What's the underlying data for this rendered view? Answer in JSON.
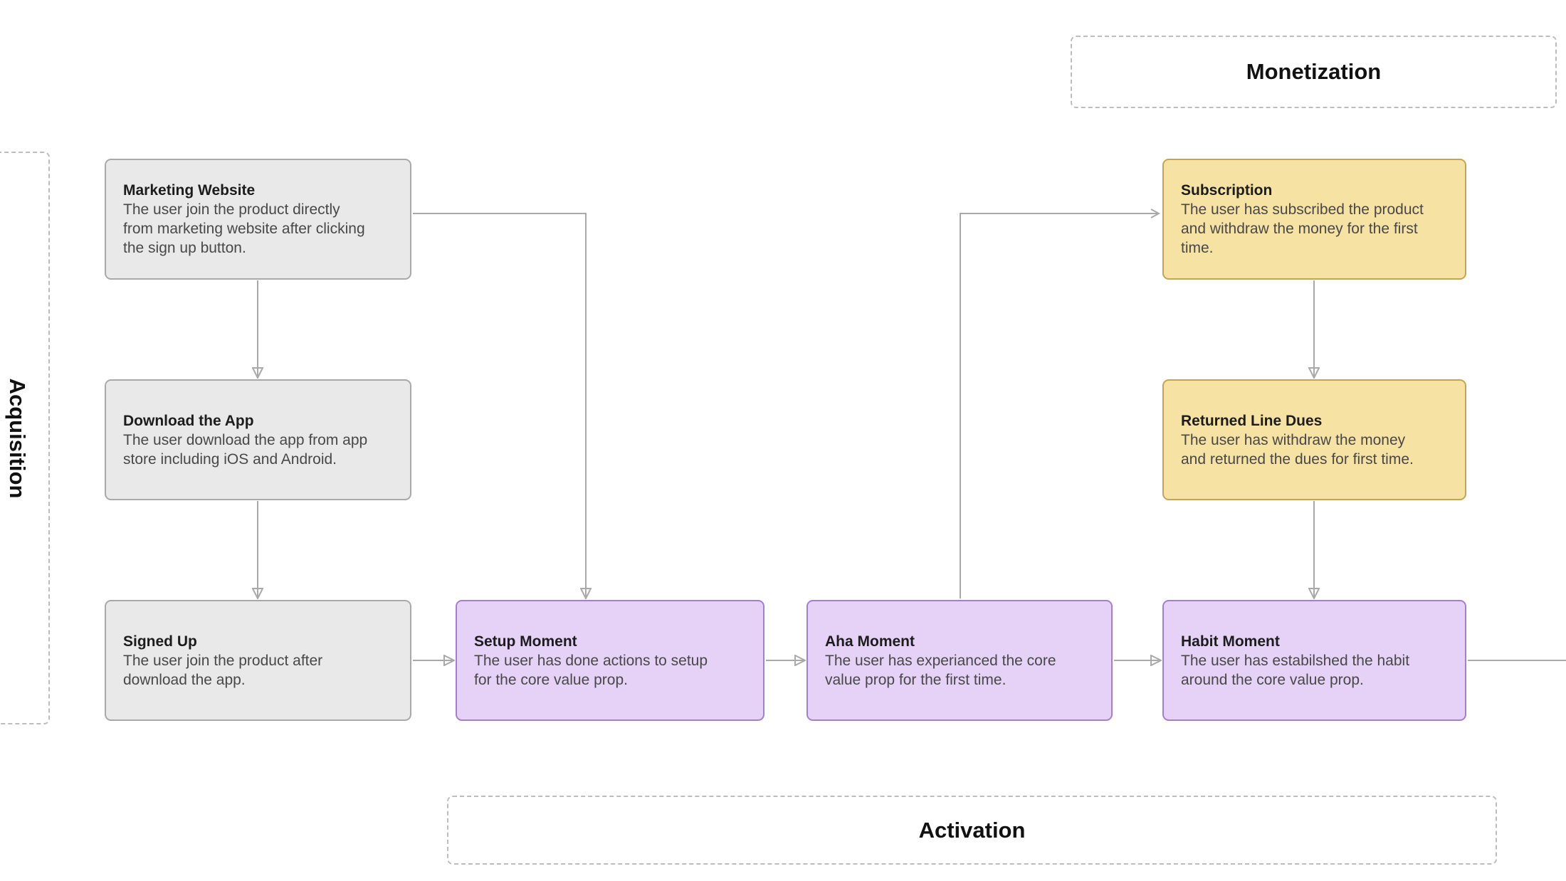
{
  "sections": {
    "acquisition": {
      "label": "Acquisition"
    },
    "activation": {
      "label": "Activation"
    },
    "monetization": {
      "label": "Monetization"
    }
  },
  "nodes": {
    "marketing_website": {
      "title": "Marketing Website",
      "body": "The user join the product directly\nfrom marketing website after clicking\nthe sign up button.",
      "stage": "acquisition"
    },
    "download_the_app": {
      "title": "Download the App",
      "body": "The user download the app from app\nstore including iOS and Android.",
      "stage": "acquisition"
    },
    "signed_up": {
      "title": "Signed Up",
      "body": "The user join the product after\ndownload the app.",
      "stage": "acquisition"
    },
    "setup_moment": {
      "title": "Setup Moment",
      "body": "The user has done actions to setup\nfor the core value prop.",
      "stage": "activation"
    },
    "aha_moment": {
      "title": "Aha Moment",
      "body": "The user has experianced the core\nvalue prop for the first time.",
      "stage": "activation"
    },
    "habit_moment": {
      "title": "Habit Moment",
      "body": "The user has estabilshed the habit\naround the core value prop.",
      "stage": "activation"
    },
    "subscription": {
      "title": "Subscription",
      "body": "The user has subscribed the product\nand withdraw the money for the first\ntime.",
      "stage": "monetization"
    },
    "returned_line_dues": {
      "title": "Returned Line Dues",
      "body": "The user has withdraw the money\nand returned the dues for first time.",
      "stage": "monetization"
    }
  },
  "connections": [
    {
      "from": "Marketing Website",
      "to": "Download the App",
      "arrow": "filled"
    },
    {
      "from": "Download the App",
      "to": "Signed Up",
      "arrow": "filled"
    },
    {
      "from": "Signed Up",
      "to": "Setup Moment",
      "arrow": "filled"
    },
    {
      "from": "Marketing Website",
      "to": "Setup Moment",
      "arrow": "filled"
    },
    {
      "from": "Setup Moment",
      "to": "Aha Moment",
      "arrow": "filled"
    },
    {
      "from": "Aha Moment",
      "to": "Habit Moment",
      "arrow": "filled"
    },
    {
      "from": "Aha Moment",
      "to": "Subscription",
      "arrow": "open"
    },
    {
      "from": "Subscription",
      "to": "Returned Line Dues",
      "arrow": "filled"
    },
    {
      "from": "Returned Line Dues",
      "to": "Habit Moment",
      "arrow": "filled"
    },
    {
      "from": "Habit Moment",
      "to": "off-canvas-right",
      "arrow": "none"
    }
  ],
  "colors": {
    "stage_gray": "#e9e9e9",
    "stage_gray_border": "#a9a9a9",
    "moment_purple": "#e6d1f7",
    "moment_purple_border": "#a37fd3",
    "monetization_yellow": "#f6e2a2",
    "monetization_yellow_border": "#c4a553",
    "connector": "#a9a9a9",
    "frame_dash": "#bdbdbd"
  }
}
